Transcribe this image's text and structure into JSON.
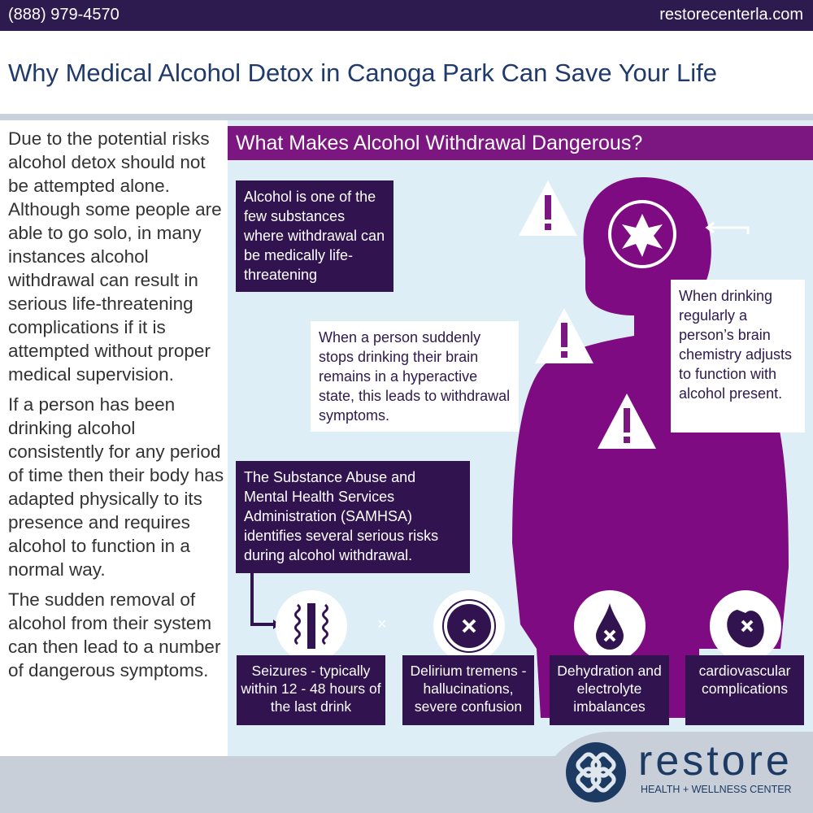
{
  "header": {
    "phone": "(888) 979-4570",
    "website": "restorecenterla.com"
  },
  "title": "Why Medical Alcohol Detox in Canoga Park Can Save Your Life",
  "left_text": [
    "Due to the potential risks alcohol detox should not be attempted alone. Although some people are able to go solo, in many instances alcohol withdrawal can result in serious life-threatening complications if it is attempted without proper medical supervision.",
    "If a person has been drinking alcohol consistently for any period of time then their body has adapted physically to its presence and requires alcohol to function in a normal way.",
    "The sudden removal of alcohol from their system can then lead to a number of dangerous symptoms."
  ],
  "panel": {
    "heading": "What Makes Alcohol Withdrawal Dangerous?",
    "box_alcohol": "Alcohol is one of the few substances where withdrawal can be medically life-threatening",
    "box_brain_chemistry": "When drinking regularly a person’s brain chemistry adjusts to function with alcohol present.",
    "box_hyperactive": "When a person suddenly stops drinking their brain remains in a hyperactive state, this leads to withdrawal symptoms.",
    "box_samhsa": "The Substance Abuse and Mental Health Services Administration (SAMHSA) identifies several serious risks during alcohol withdrawal.",
    "risks": [
      {
        "label": "Seizures - typically within 12 - 48 hours of the last drink",
        "icon": "seizure-icon"
      },
      {
        "label": "Delirium tremens - hallucinations, severe confusion",
        "icon": "delirium-icon"
      },
      {
        "label": "Dehydration and electrolyte imbalances",
        "icon": "water-drop-icon"
      },
      {
        "label": "cardiovascular complications",
        "icon": "heart-icon"
      }
    ]
  },
  "logo": {
    "name": "restore",
    "tagline": "HEALTH + WELLNESS CENTER"
  },
  "colors": {
    "top_bar": "#2d1a4e",
    "title": "#1f3a6b",
    "accent_purple": "#7c1681",
    "dark_box": "#30134f",
    "panel_bg": "#ddeef6",
    "logo_navy": "#1d3a63"
  }
}
